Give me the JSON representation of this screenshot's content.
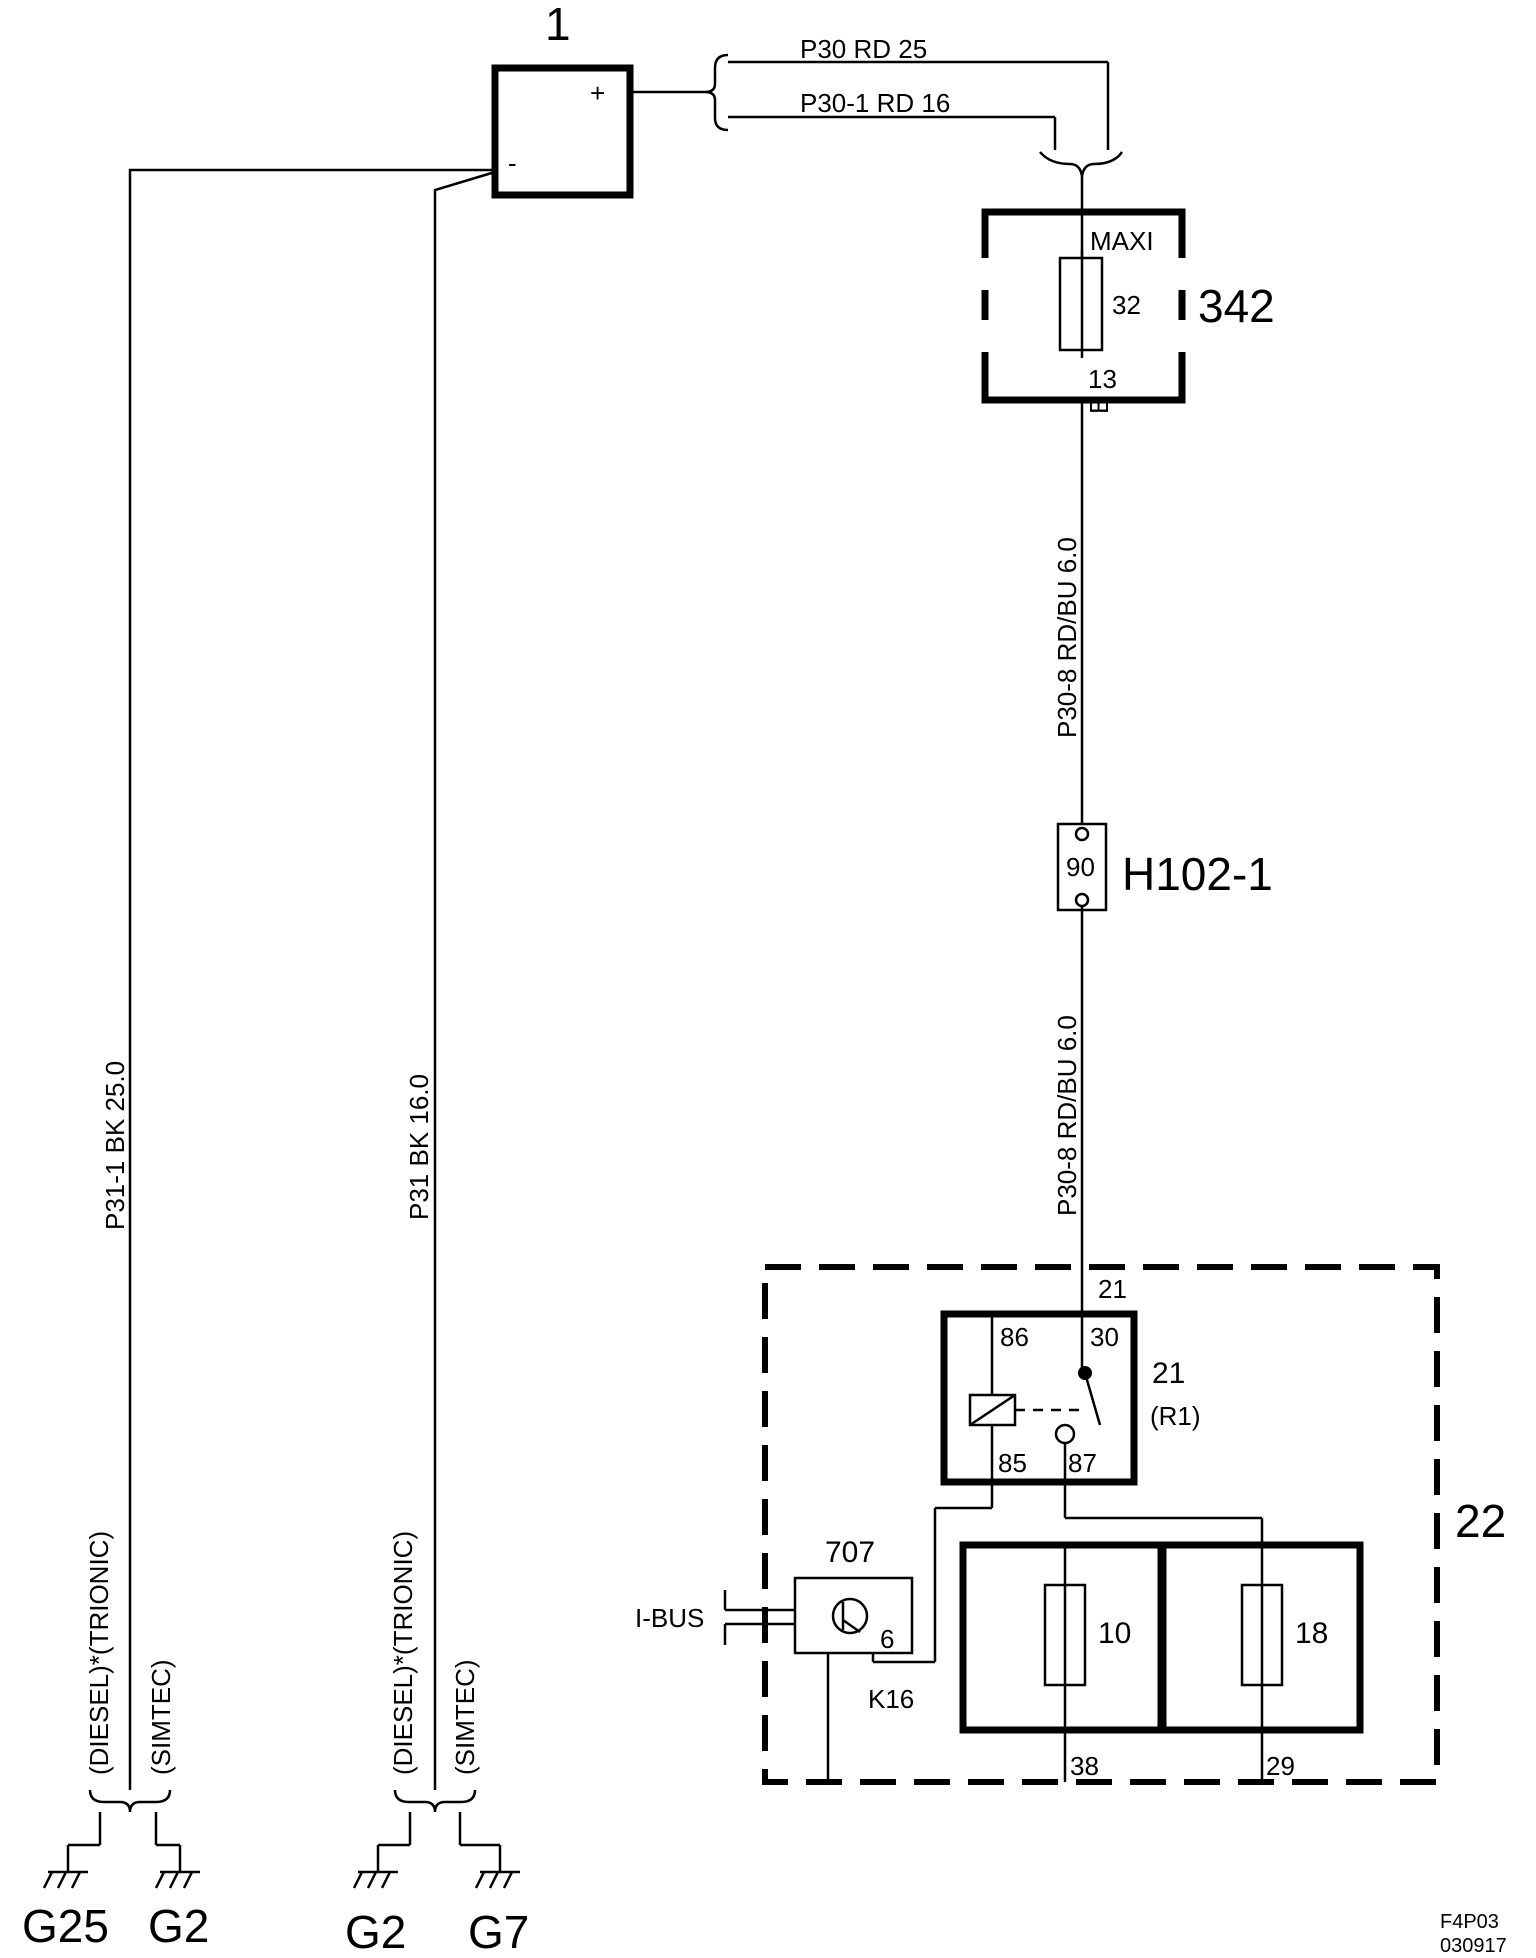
{
  "components": {
    "battery": {
      "number": "1",
      "plus": "+",
      "minus": "-"
    },
    "maxi_fuse_box": {
      "number": "342",
      "maxi_label": "MAXI",
      "fuse": "32",
      "pin": "13",
      "pin_side": "B"
    },
    "connector": {
      "number": "H102-1",
      "pin": "90"
    },
    "fuse_relay_box": {
      "number": "22",
      "entry_pin": "21",
      "relay": {
        "number": "21",
        "sub_label": "(R1)",
        "pin_86": "86",
        "pin_30": "30",
        "pin_85": "85",
        "pin_87": "87"
      },
      "module": {
        "number": "707",
        "bus": "I-BUS",
        "pin": "6",
        "pin_label": "K16"
      },
      "fuse_left": {
        "number": "10",
        "pin": "38"
      },
      "fuse_right": {
        "number": "18",
        "pin": "29"
      }
    }
  },
  "wires": {
    "battery_1": "P30   RD   25",
    "battery_2": "P30-1   RD   16",
    "fuse_to_conn": "P30-8  RD/BU 6.0",
    "conn_to_box": "P30-8 RD/BU 6.0",
    "ground_left": "P31-1 BK  25.0",
    "ground_right": "P31 BK 16.0"
  },
  "variants": {
    "diesel_trionic": "(DIESEL)*(TRIONIC)",
    "simtec": "(SIMTEC)"
  },
  "grounds": {
    "left_a": "G25",
    "left_b": "G2",
    "right_a": "G2",
    "right_b": "G7"
  },
  "footer": {
    "code": "F4P03",
    "date": "030917"
  }
}
